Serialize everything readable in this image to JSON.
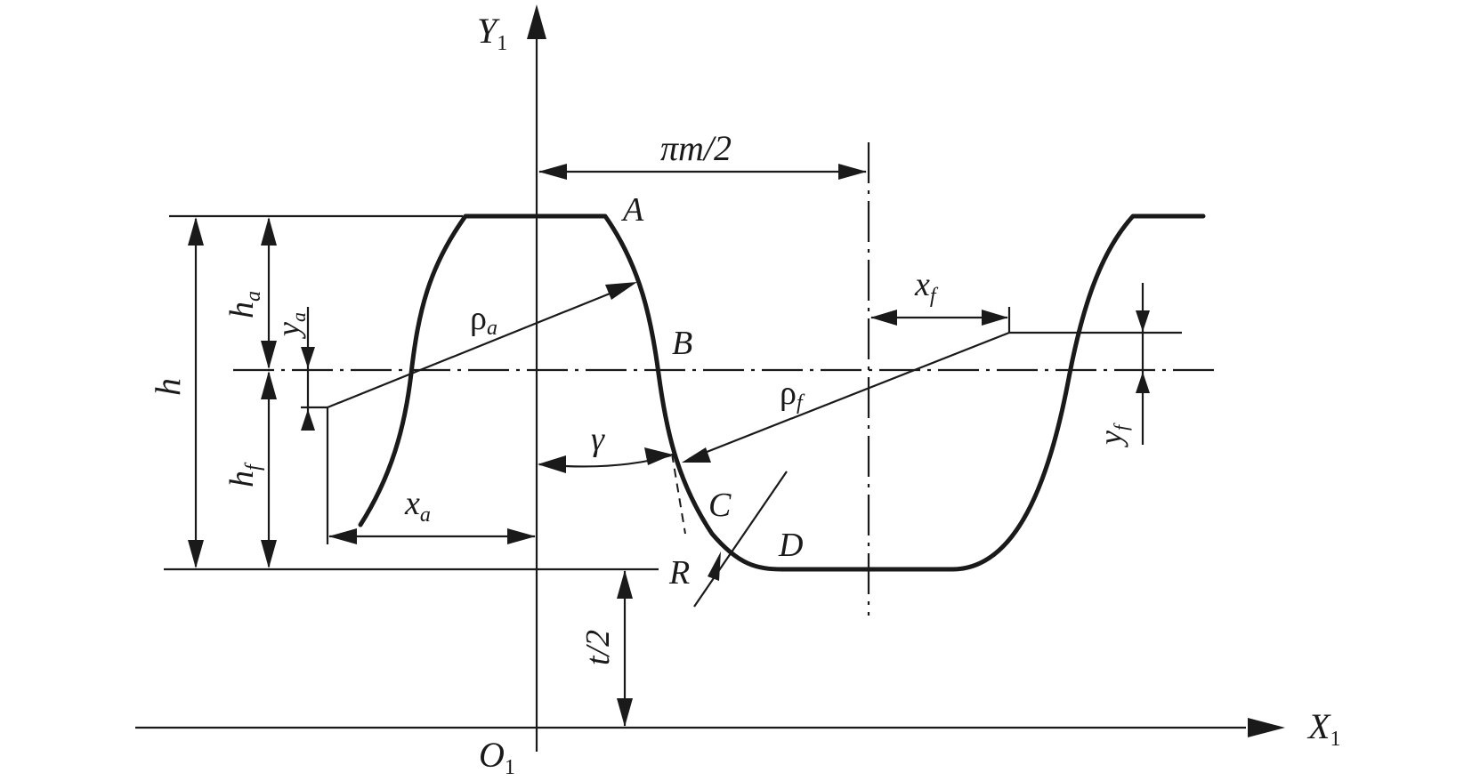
{
  "axes": {
    "y_name": "Y",
    "y_sub": "1",
    "x_name": "X",
    "x_sub": "1",
    "origin_name": "O",
    "origin_sub": "1"
  },
  "points": {
    "A": "A",
    "B": "B",
    "C": "C",
    "D": "D",
    "R": "R"
  },
  "dimensions": {
    "half_pitch": "πm/2",
    "h": "h",
    "ha_main": "h",
    "ha_sub": "a",
    "hf_main": "h",
    "hf_sub": "f",
    "ya_main": "y",
    "ya_sub": "a",
    "yf_main": "y",
    "yf_sub": "f",
    "xa_main": "x",
    "xa_sub": "a",
    "xf_main": "x",
    "xf_sub": "f",
    "rho_a_main": "ρ",
    "rho_a_sub": "a",
    "rho_f_main": "ρ",
    "rho_f_sub": "f",
    "gamma": "γ",
    "t_half": "t/2"
  }
}
